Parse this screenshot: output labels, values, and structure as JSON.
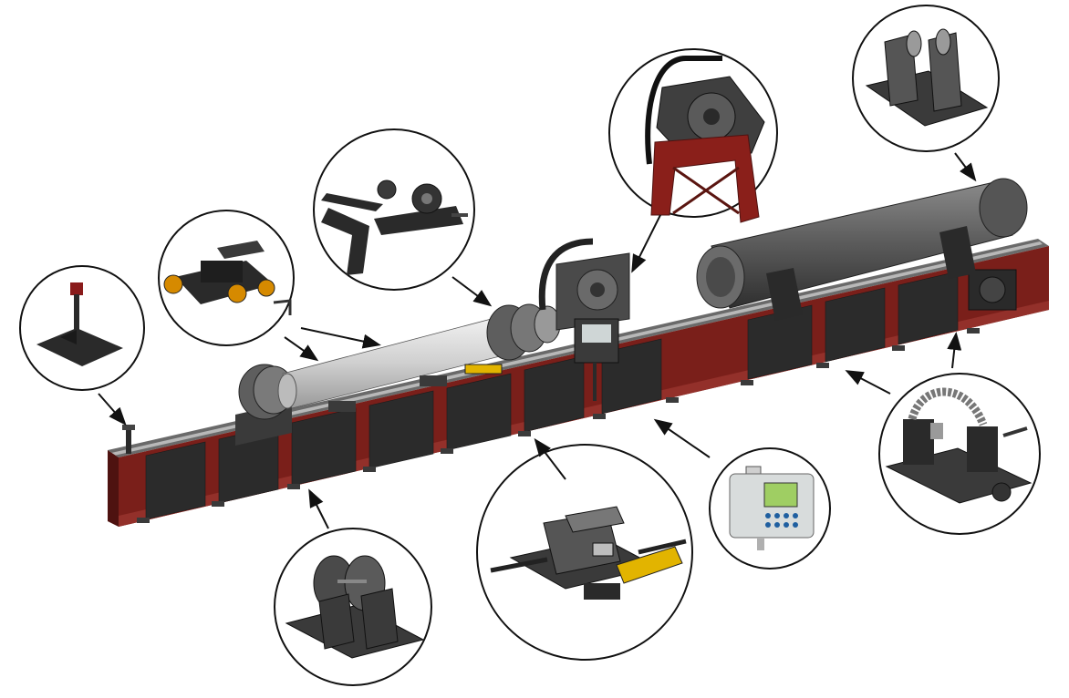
{
  "figure": {
    "kind": "exploded machine overview with detail callouts",
    "background": "#ffffff",
    "colors": {
      "frame": "#7a1f1a",
      "frame_dark": "#4e1210",
      "frame_light": "#93302a",
      "steel": "#3a3a3a",
      "panel": "#2b2b2b",
      "pipe_light": "#d8d8d8",
      "pipe_dark": "#5a5a5a",
      "rail": "#8a8a8a",
      "accent_yellow": "#e2b400",
      "screen_green": "#9fce63",
      "callout_stroke": "#111111"
    }
  },
  "callouts": [
    {
      "id": "pipe-stand",
      "icon": "pipe-stand-icon"
    },
    {
      "id": "tailstock-carriage",
      "icon": "carriage-icon"
    },
    {
      "id": "pipe-support-arms",
      "icon": "support-arm-icon"
    },
    {
      "id": "welding-positioner",
      "icon": "positioner-icon"
    },
    {
      "id": "roller-stand-top",
      "icon": "roller-stand-icon"
    },
    {
      "id": "chain-vise-stand",
      "icon": "chain-vise-icon"
    },
    {
      "id": "control-pendant",
      "icon": "control-panel-icon"
    },
    {
      "id": "hydraulic-clamp",
      "icon": "hydraulic-clamp-icon"
    },
    {
      "id": "roller-stand-bottom",
      "icon": "roller-stand-icon"
    }
  ]
}
